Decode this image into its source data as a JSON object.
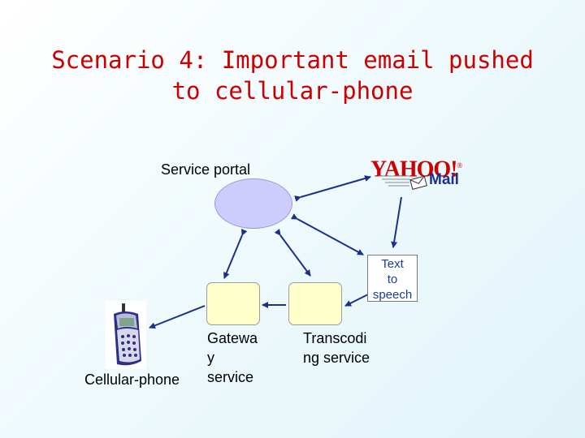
{
  "title": {
    "line1": "Scenario 4: Important email pushed",
    "line2": "to cellular-phone"
  },
  "nodes": {
    "service_portal": "Service portal",
    "gateway": "Gatewa\ny\nservice",
    "transcoding": "Transcodi\nng service",
    "text_to_speech": "Text\nto\nspeech",
    "cellular_phone": "Cellular-phone"
  },
  "logo": {
    "yahoo": "YAHOO!",
    "registered": "®",
    "mail": "Mail"
  },
  "colors": {
    "title": "#cc0000",
    "arrow": "#1c2f8c",
    "portal_fill": "#ccccff",
    "box_fill": "#ffffcc",
    "tts_text": "#1a3c96"
  }
}
